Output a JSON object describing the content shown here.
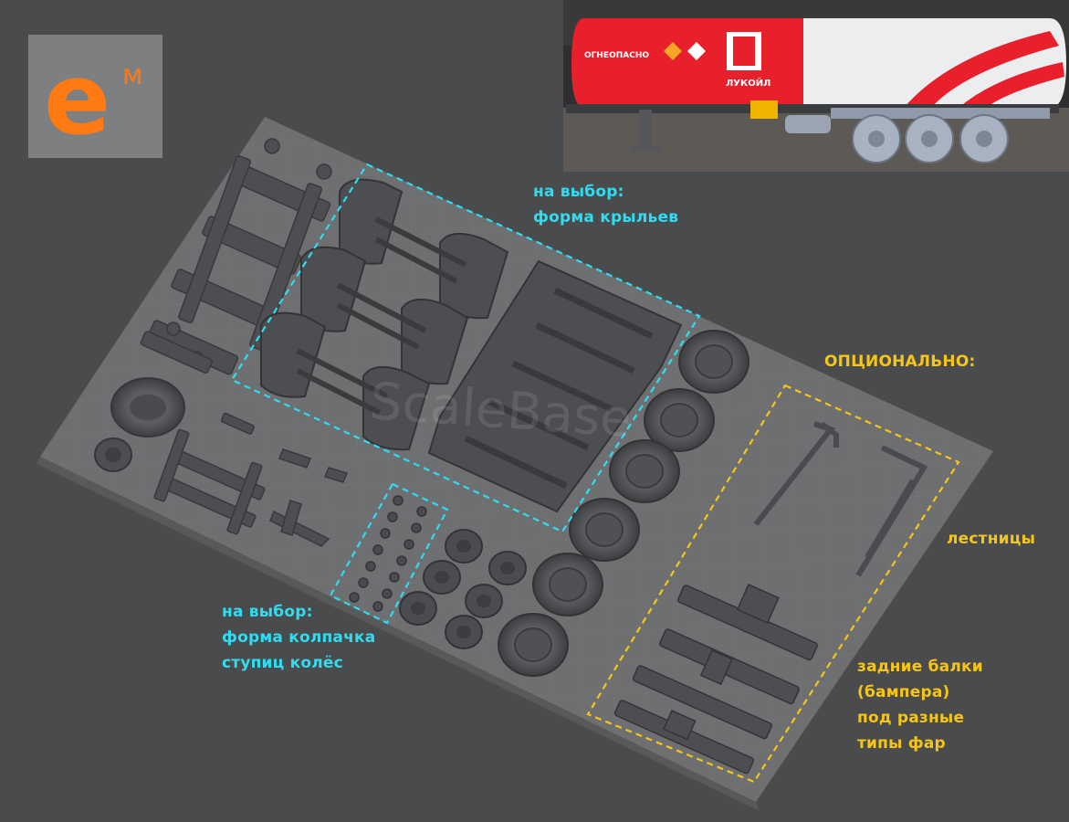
{
  "logo": {
    "letter": "e",
    "superscript": "м"
  },
  "watermark": "ScaleBase",
  "photo": {
    "tank_brand": "ЛУКОЙЛ",
    "tank_warning": "ОГНЕОПАСНО",
    "colors": {
      "red": "#e8202c",
      "white": "#ecedee"
    }
  },
  "annotations": {
    "fenders": {
      "line1": "на выбор:",
      "line2": "форма крыльев"
    },
    "hubcaps": {
      "line1": "на выбор:",
      "line2": "форма колпачка",
      "line3": "ступиц колёс"
    },
    "optional": "ОПЦИОНАЛЬНО:",
    "ladders": "лестницы",
    "rear_beams": {
      "line1": "задние балки",
      "line2": "(бампера)",
      "line3": "под разные",
      "line4": "типы фар"
    }
  },
  "colors": {
    "background": "#4a4b4d",
    "plate": "#6e6f71",
    "part": "#4d4e51",
    "cyan": "#2fdcf0",
    "yellow": "#f5c518",
    "logo_bg": "#7d7f81",
    "logo_fg": "#ff7a12"
  }
}
